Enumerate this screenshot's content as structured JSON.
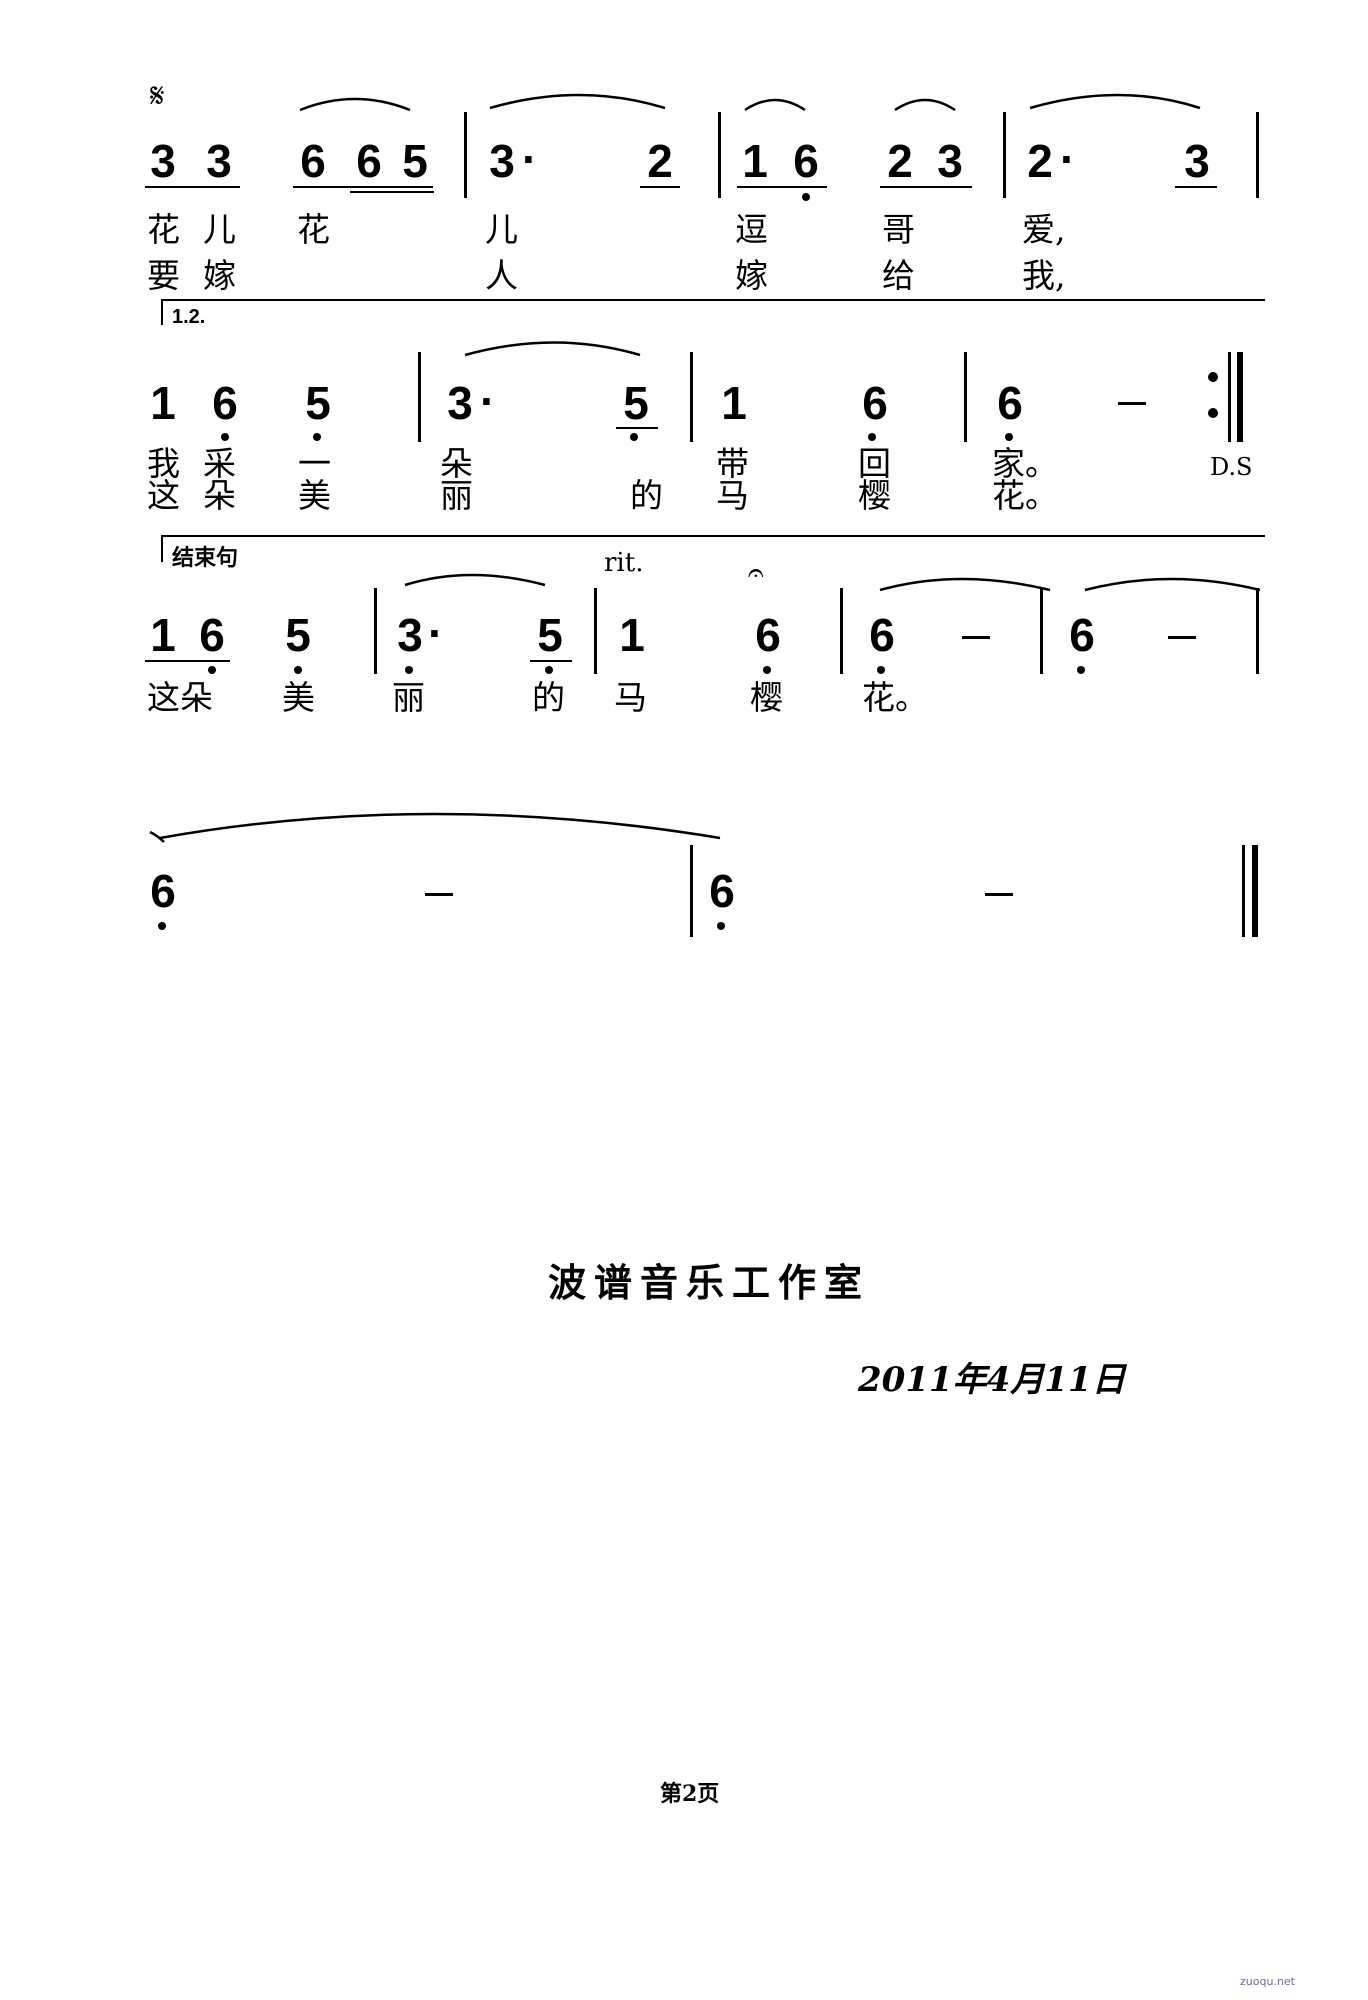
{
  "score": {
    "segno": "𝄋",
    "volta_label": "1.2.",
    "coda_label": "结束句",
    "ds_label": "D.S",
    "rit_label": "rit.",
    "fermata": "𝄐",
    "row1": {
      "notes": [
        "3",
        "3",
        "6",
        "6",
        "5",
        "3",
        "·",
        "2",
        "1",
        "6",
        "2",
        "3",
        "2",
        "·",
        "3"
      ],
      "lyrics_verse1": [
        "花",
        "儿",
        "花",
        "儿",
        "逗",
        "哥",
        "爱,"
      ],
      "lyrics_verse2": [
        "要",
        "嫁",
        "人",
        "嫁",
        "给",
        "我,"
      ]
    },
    "row2": {
      "notes": [
        "1",
        "6",
        "5",
        "3",
        "·",
        "5",
        "1",
        "6",
        "6",
        "–"
      ],
      "lyrics_verse1": [
        "我",
        "采",
        "一",
        "朵",
        "带",
        "回",
        "家。"
      ],
      "lyrics_verse2": [
        "这",
        "朵",
        "美",
        "丽",
        "的",
        "马",
        "樱",
        "花。"
      ]
    },
    "row3": {
      "notes": [
        "1",
        "6",
        "5",
        "3",
        "·",
        "5",
        "1",
        "6",
        "6",
        "–",
        "6",
        "–"
      ],
      "lyrics": [
        "这朵",
        "美",
        "丽",
        "的",
        "马",
        "樱",
        "花。"
      ]
    },
    "row4": {
      "notes": [
        "6",
        "–",
        "6",
        "–"
      ]
    }
  },
  "footer": {
    "studio": "波谱音乐工作室",
    "date": "2011年4月11日",
    "page_number": "第2页",
    "watermark": "zuoqu.net"
  }
}
